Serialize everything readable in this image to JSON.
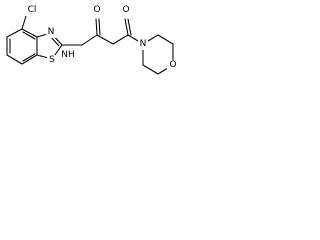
{
  "molecule": {
    "atom_labels": {
      "chlorine": "Cl",
      "sulfur": "S",
      "thiazole_nitrogen": "N",
      "amide_nh": "NH",
      "amide_oxygen": "O",
      "ketone_oxygen": "O",
      "morpholine_nitrogen": "N",
      "morpholine_oxygen": "O"
    }
  }
}
